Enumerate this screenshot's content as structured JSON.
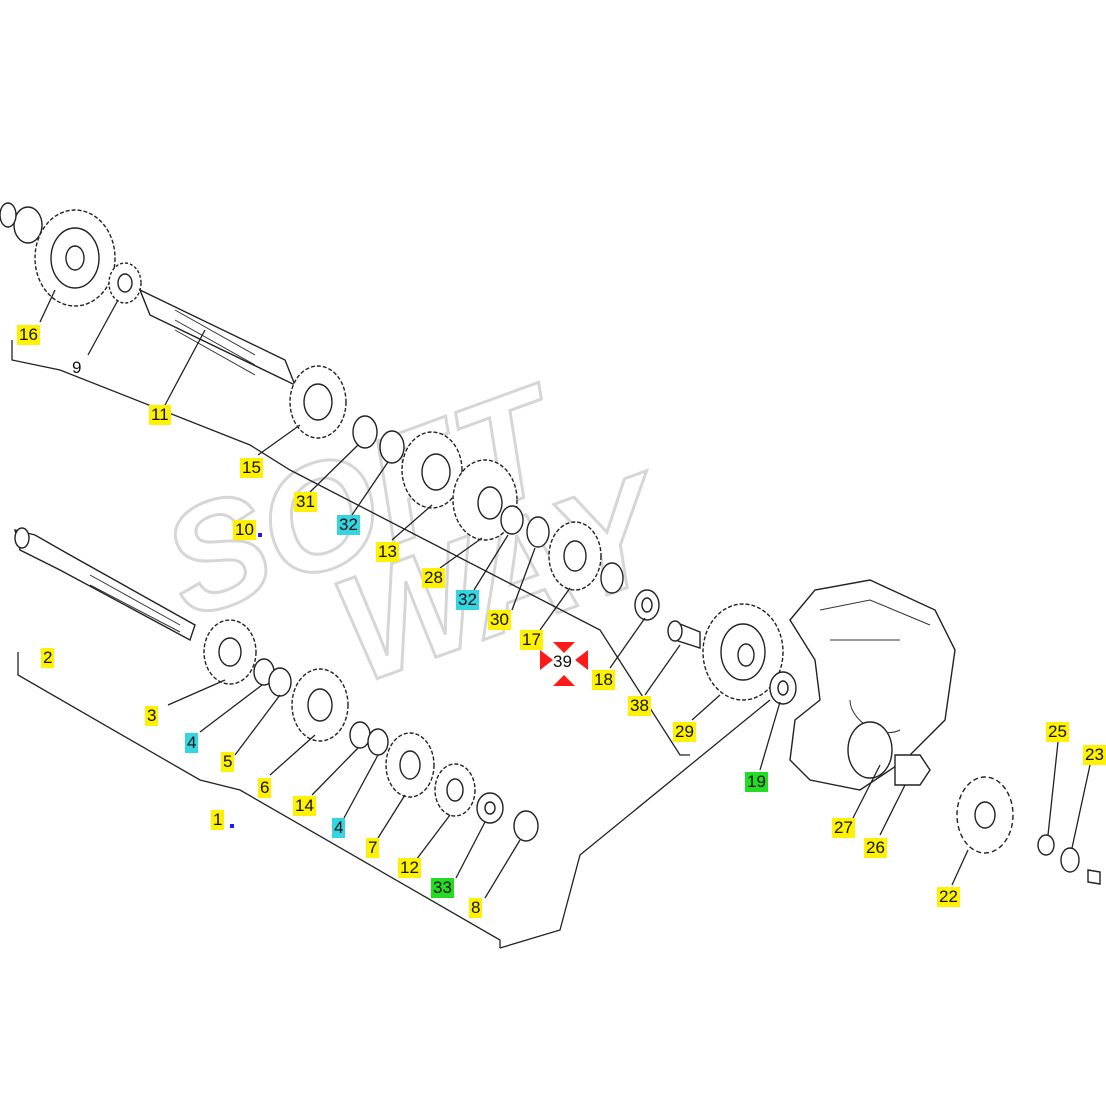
{
  "diagram": {
    "watermark": {
      "line1": "SOFT",
      "line2": "WAY"
    },
    "colors": {
      "yellow": "#fff200",
      "cyan": "#33d6e0",
      "green": "#22dd22",
      "red": "#ff1a1a"
    },
    "labels": [
      {
        "id": "16",
        "text": "16",
        "color": "yellow"
      },
      {
        "id": "9",
        "text": "9",
        "color": "none"
      },
      {
        "id": "11",
        "text": "11",
        "color": "yellow"
      },
      {
        "id": "15",
        "text": "15",
        "color": "yellow"
      },
      {
        "id": "31",
        "text": "31",
        "color": "yellow"
      },
      {
        "id": "32a",
        "text": "32",
        "color": "cyan"
      },
      {
        "id": "10",
        "text": "10",
        "color": "yellow"
      },
      {
        "id": "13",
        "text": "13",
        "color": "yellow"
      },
      {
        "id": "28",
        "text": "28",
        "color": "yellow"
      },
      {
        "id": "32b",
        "text": "32",
        "color": "cyan"
      },
      {
        "id": "30",
        "text": "30",
        "color": "yellow"
      },
      {
        "id": "17",
        "text": "17",
        "color": "yellow"
      },
      {
        "id": "39",
        "text": "39",
        "color": "red"
      },
      {
        "id": "18",
        "text": "18",
        "color": "yellow"
      },
      {
        "id": "38",
        "text": "38",
        "color": "yellow"
      },
      {
        "id": "29",
        "text": "29",
        "color": "yellow"
      },
      {
        "id": "2",
        "text": "2",
        "color": "yellow"
      },
      {
        "id": "3",
        "text": "3",
        "color": "yellow"
      },
      {
        "id": "4a",
        "text": "4",
        "color": "cyan"
      },
      {
        "id": "5",
        "text": "5",
        "color": "yellow"
      },
      {
        "id": "6",
        "text": "6",
        "color": "yellow"
      },
      {
        "id": "14",
        "text": "14",
        "color": "yellow"
      },
      {
        "id": "4b",
        "text": "4",
        "color": "cyan"
      },
      {
        "id": "7",
        "text": "7",
        "color": "yellow"
      },
      {
        "id": "12",
        "text": "12",
        "color": "yellow"
      },
      {
        "id": "33",
        "text": "33",
        "color": "green"
      },
      {
        "id": "8",
        "text": "8",
        "color": "yellow"
      },
      {
        "id": "1",
        "text": "1",
        "color": "yellow"
      },
      {
        "id": "19",
        "text": "19",
        "color": "green"
      },
      {
        "id": "27",
        "text": "27",
        "color": "yellow"
      },
      {
        "id": "26",
        "text": "26",
        "color": "yellow"
      },
      {
        "id": "25",
        "text": "25",
        "color": "yellow"
      },
      {
        "id": "23",
        "text": "23",
        "color": "yellow"
      },
      {
        "id": "22",
        "text": "22",
        "color": "yellow"
      }
    ]
  }
}
